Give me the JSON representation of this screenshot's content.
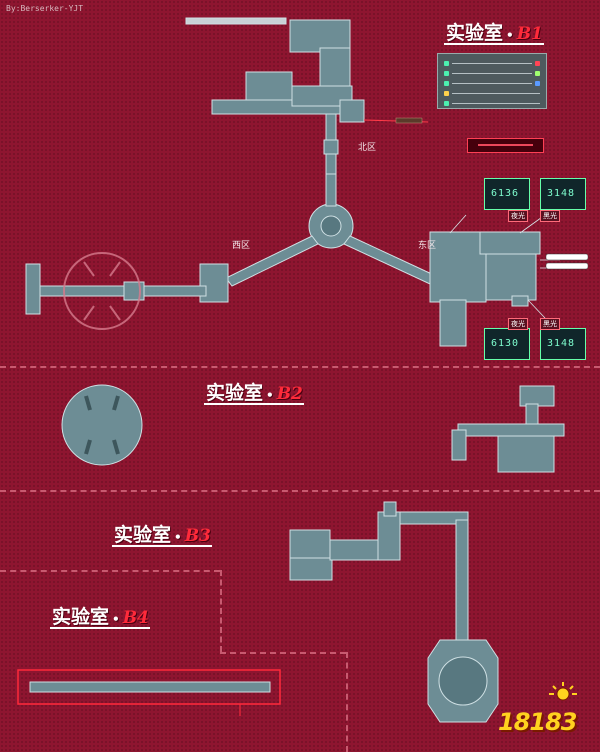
{
  "author": "By:Berserker-YJT",
  "floors": {
    "b1": {
      "name": "实验室",
      "code": "B1"
    },
    "b2": {
      "name": "实验室",
      "code": "B2"
    },
    "b3": {
      "name": "实验室",
      "code": "B3"
    },
    "b4": {
      "name": "实验室",
      "code": "B4"
    }
  },
  "zones": {
    "north": "北区",
    "west": "西区",
    "east": "东区"
  },
  "panels": {
    "top_left": "6136",
    "top_right": "3148",
    "bottom_left": "6130",
    "bottom_right": "3148"
  },
  "labels": {
    "night1": "夜光",
    "night2": "黑光",
    "night3": "夜光",
    "night4": "黑光"
  },
  "logo_text": "18183",
  "colors": {
    "background": "#8e1530",
    "room": "#6d8d95",
    "accent": "#ff2a3a",
    "legend_bg": "#4e5a5e"
  }
}
